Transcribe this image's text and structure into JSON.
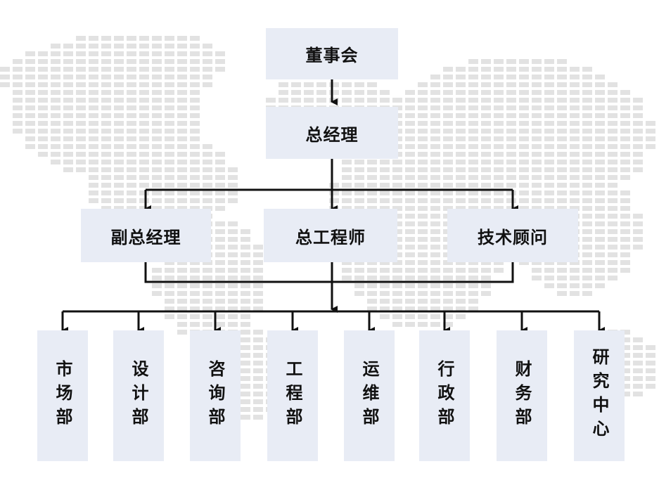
{
  "org_chart": {
    "board": "董事会",
    "general_manager": "总经理",
    "executives": [
      "副总经理",
      "总工程师",
      "技术顾问"
    ],
    "departments": [
      "市场部",
      "设计部",
      "咨询部",
      "工程部",
      "运维部",
      "行政部",
      "财务部",
      "研究中心"
    ]
  },
  "colors": {
    "box": "#e8ecf5",
    "line": "#111111",
    "background_map": "#e2e2e2"
  }
}
